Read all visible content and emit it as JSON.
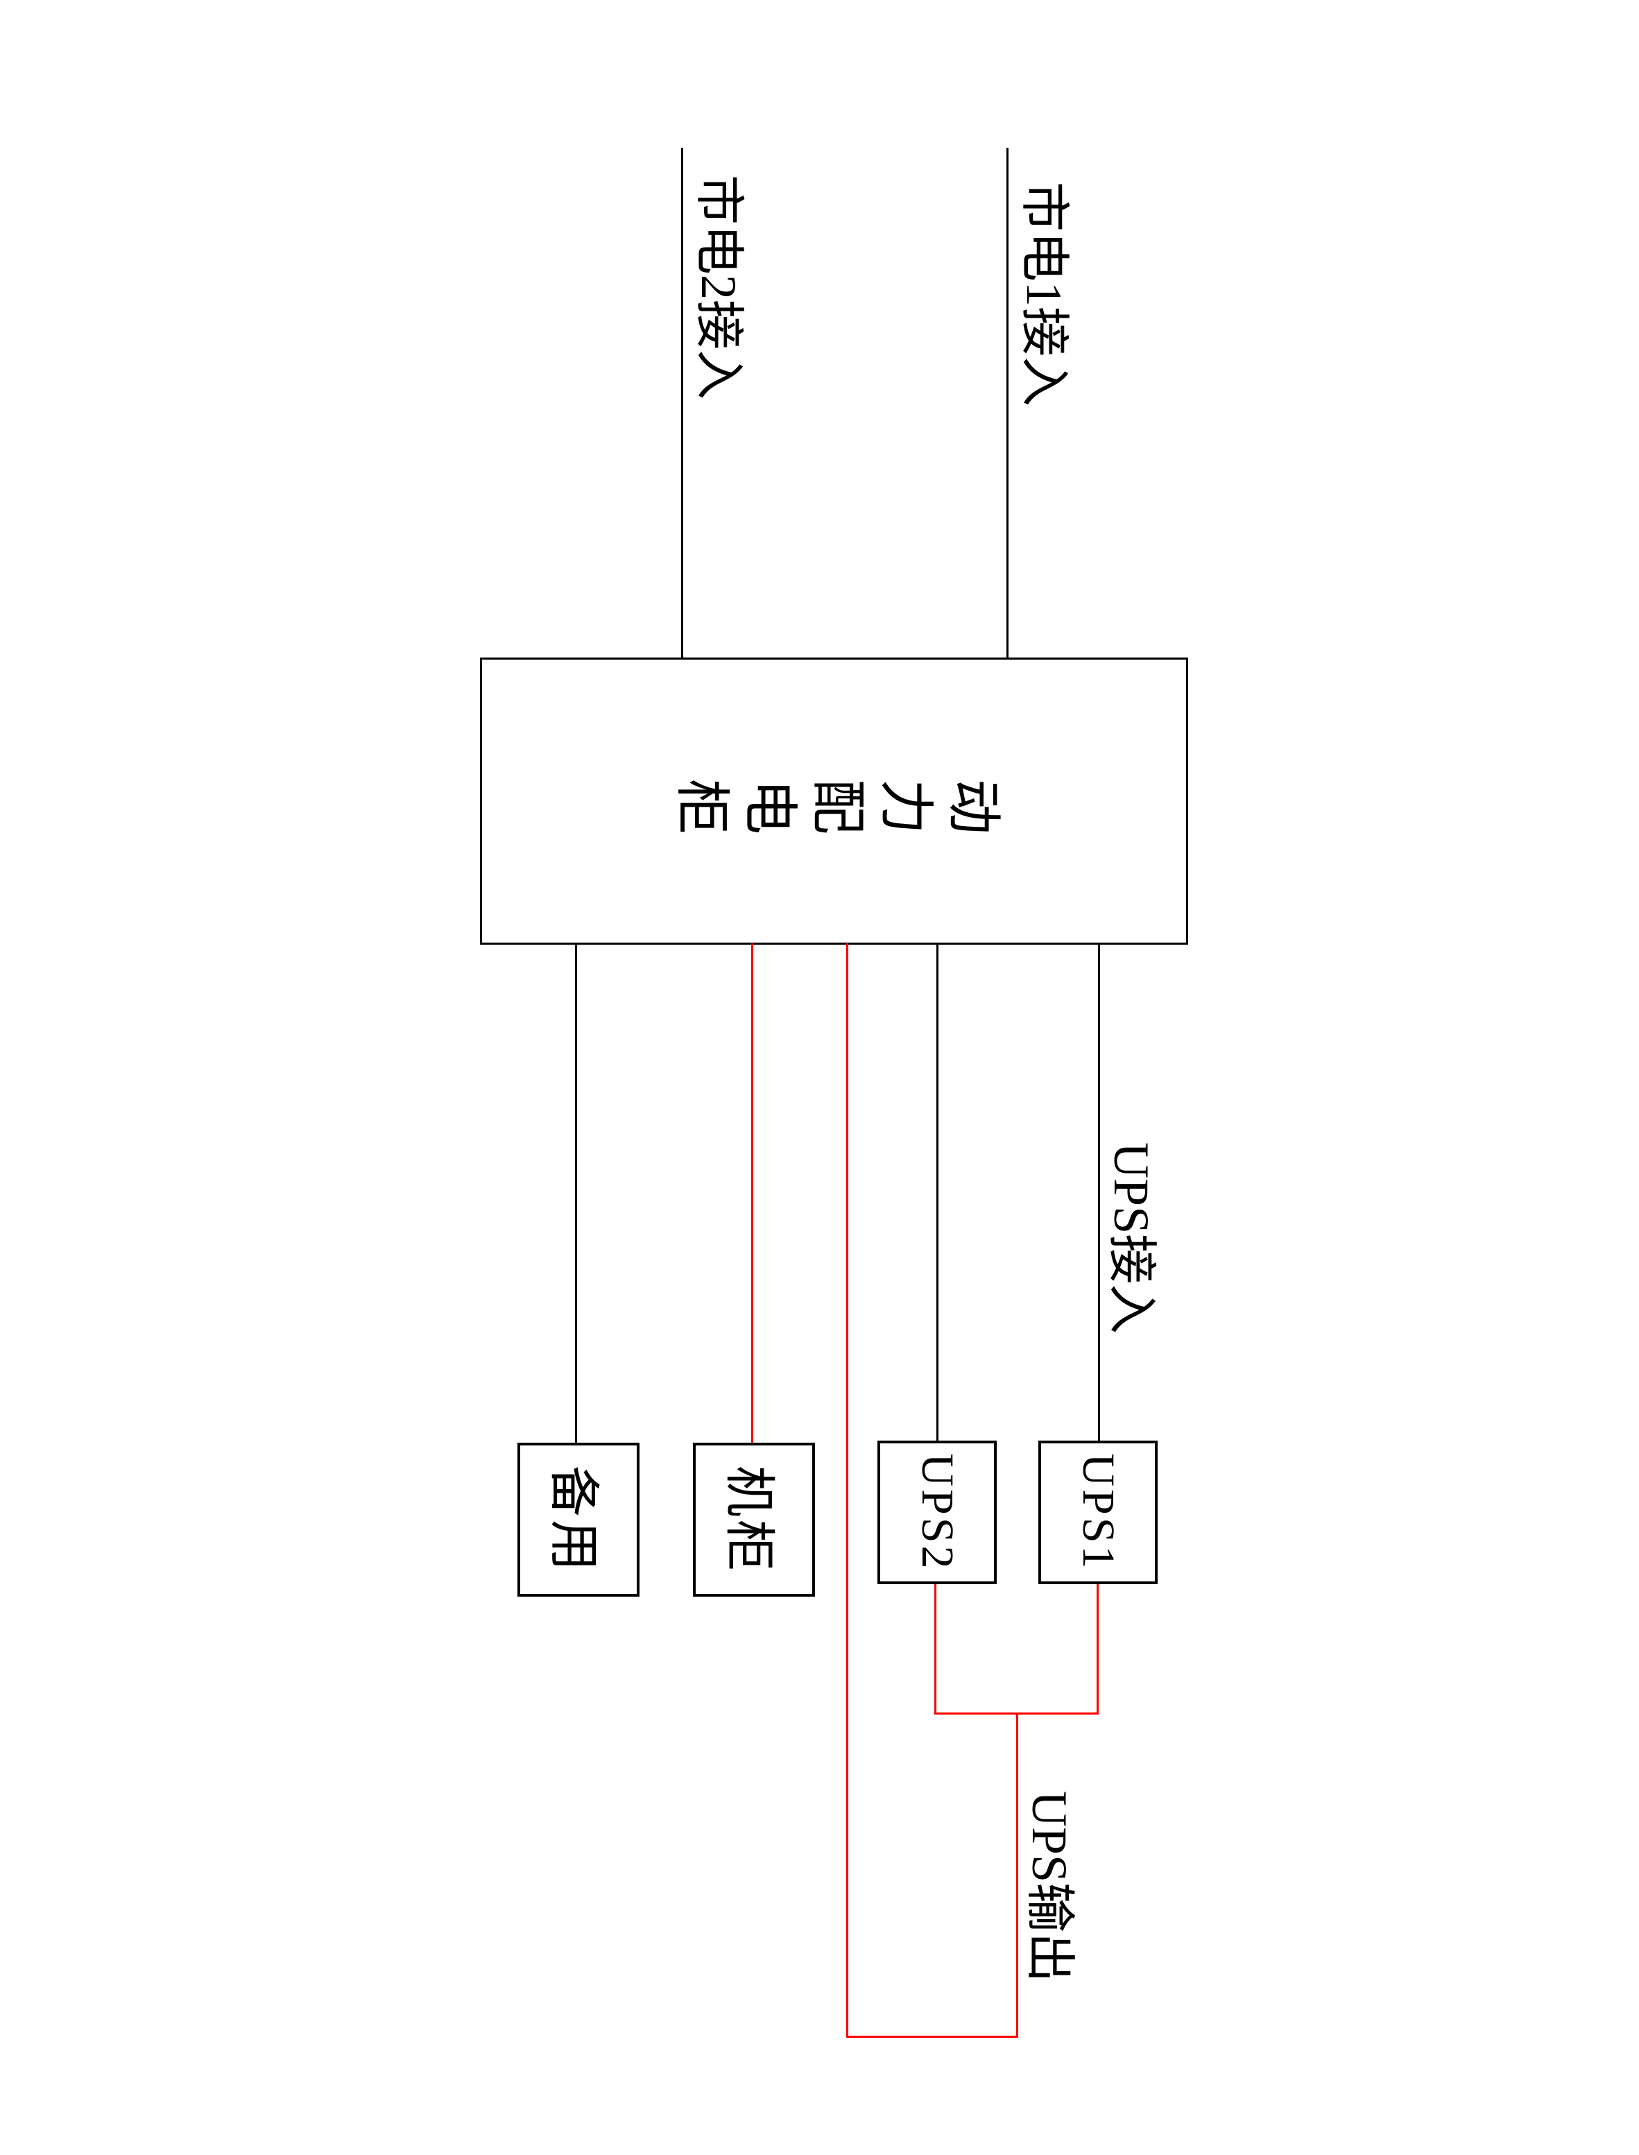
{
  "diagram": {
    "title_hint": "power-distribution-one-line-diagram",
    "feeds": {
      "mains1_label": "市电1接入",
      "mains2_label": "市电2接入",
      "ups_input_label": "UPS接入",
      "ups_output_label": "UPS输出"
    },
    "main_box": {
      "label": "动力配电柜"
    },
    "nodes": {
      "ups1": {
        "label": "UPS1"
      },
      "ups2": {
        "label": "UPS2"
      },
      "cabinet": {
        "label": "机柜"
      },
      "spare": {
        "label": "备用"
      }
    },
    "colors": {
      "normal_line": "#000000",
      "ups_circuit_line": "#ff0000",
      "background": "#ffffff"
    }
  }
}
